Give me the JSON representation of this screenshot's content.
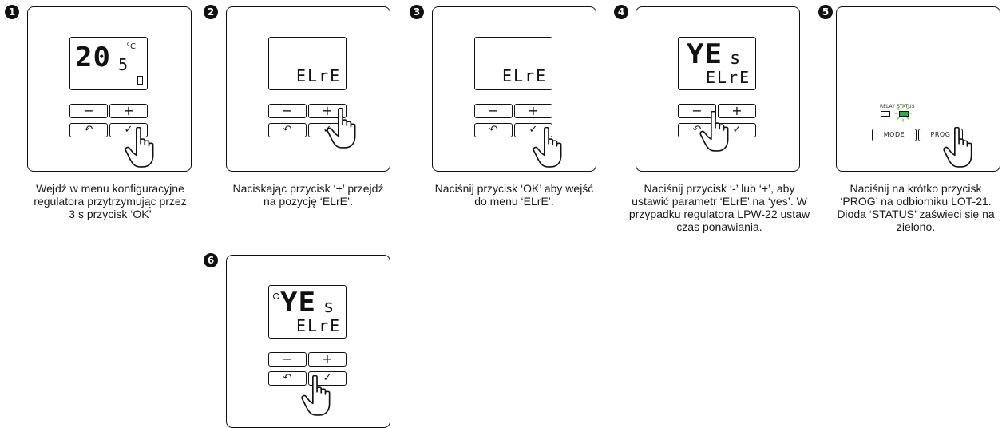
{
  "steps": [
    {
      "number": "1",
      "display_main": "20",
      "display_decimal": "5",
      "display_unit": "°C",
      "display_small": "",
      "caption": "Wejdź w menu konfiguracyjne regulatora przytrzymując przez 3 s przycisk ‘OK’"
    },
    {
      "number": "2",
      "display_main": "",
      "display_small": "ELrE",
      "caption": "Naciskając przycisk ‘+’ przejdź na pozycję ‘ELrE’."
    },
    {
      "number": "3",
      "display_main": "",
      "display_small": "ELrE",
      "caption": "Naciśnij przycisk ‘OK’ aby wejść do menu ‘ELrE’."
    },
    {
      "number": "4",
      "display_main": "YE",
      "display_main_suffix": "s",
      "display_small": "ELrE",
      "caption": "Naciśnij przycisk ‘-’ lub ‘+’, aby ustawić parametr ‘ELrE’ na ‘yes’. W przypadku regulatora LPW-22 ustaw czas ponawiania."
    },
    {
      "number": "5",
      "relay_label": "RELAY",
      "status_label": "STATUS",
      "mode_label": "MODE",
      "prog_label": "PROG",
      "caption": "Naciśnij na krótko przycisk ‘PROG’ na odbiorniku LOT-21. Dioda ‘STATUS’ zaświeci się na zielono."
    },
    {
      "number": "6",
      "display_main": "YE",
      "display_main_suffix": "s",
      "display_small": "ELrE",
      "caption": ""
    }
  ],
  "buttons": {
    "minus": "−",
    "plus": "+",
    "back": "↶",
    "ok": "✓"
  },
  "colors": {
    "status_led": "#2fa84f",
    "status_glow": "#7ed957",
    "ink": "#111111"
  }
}
